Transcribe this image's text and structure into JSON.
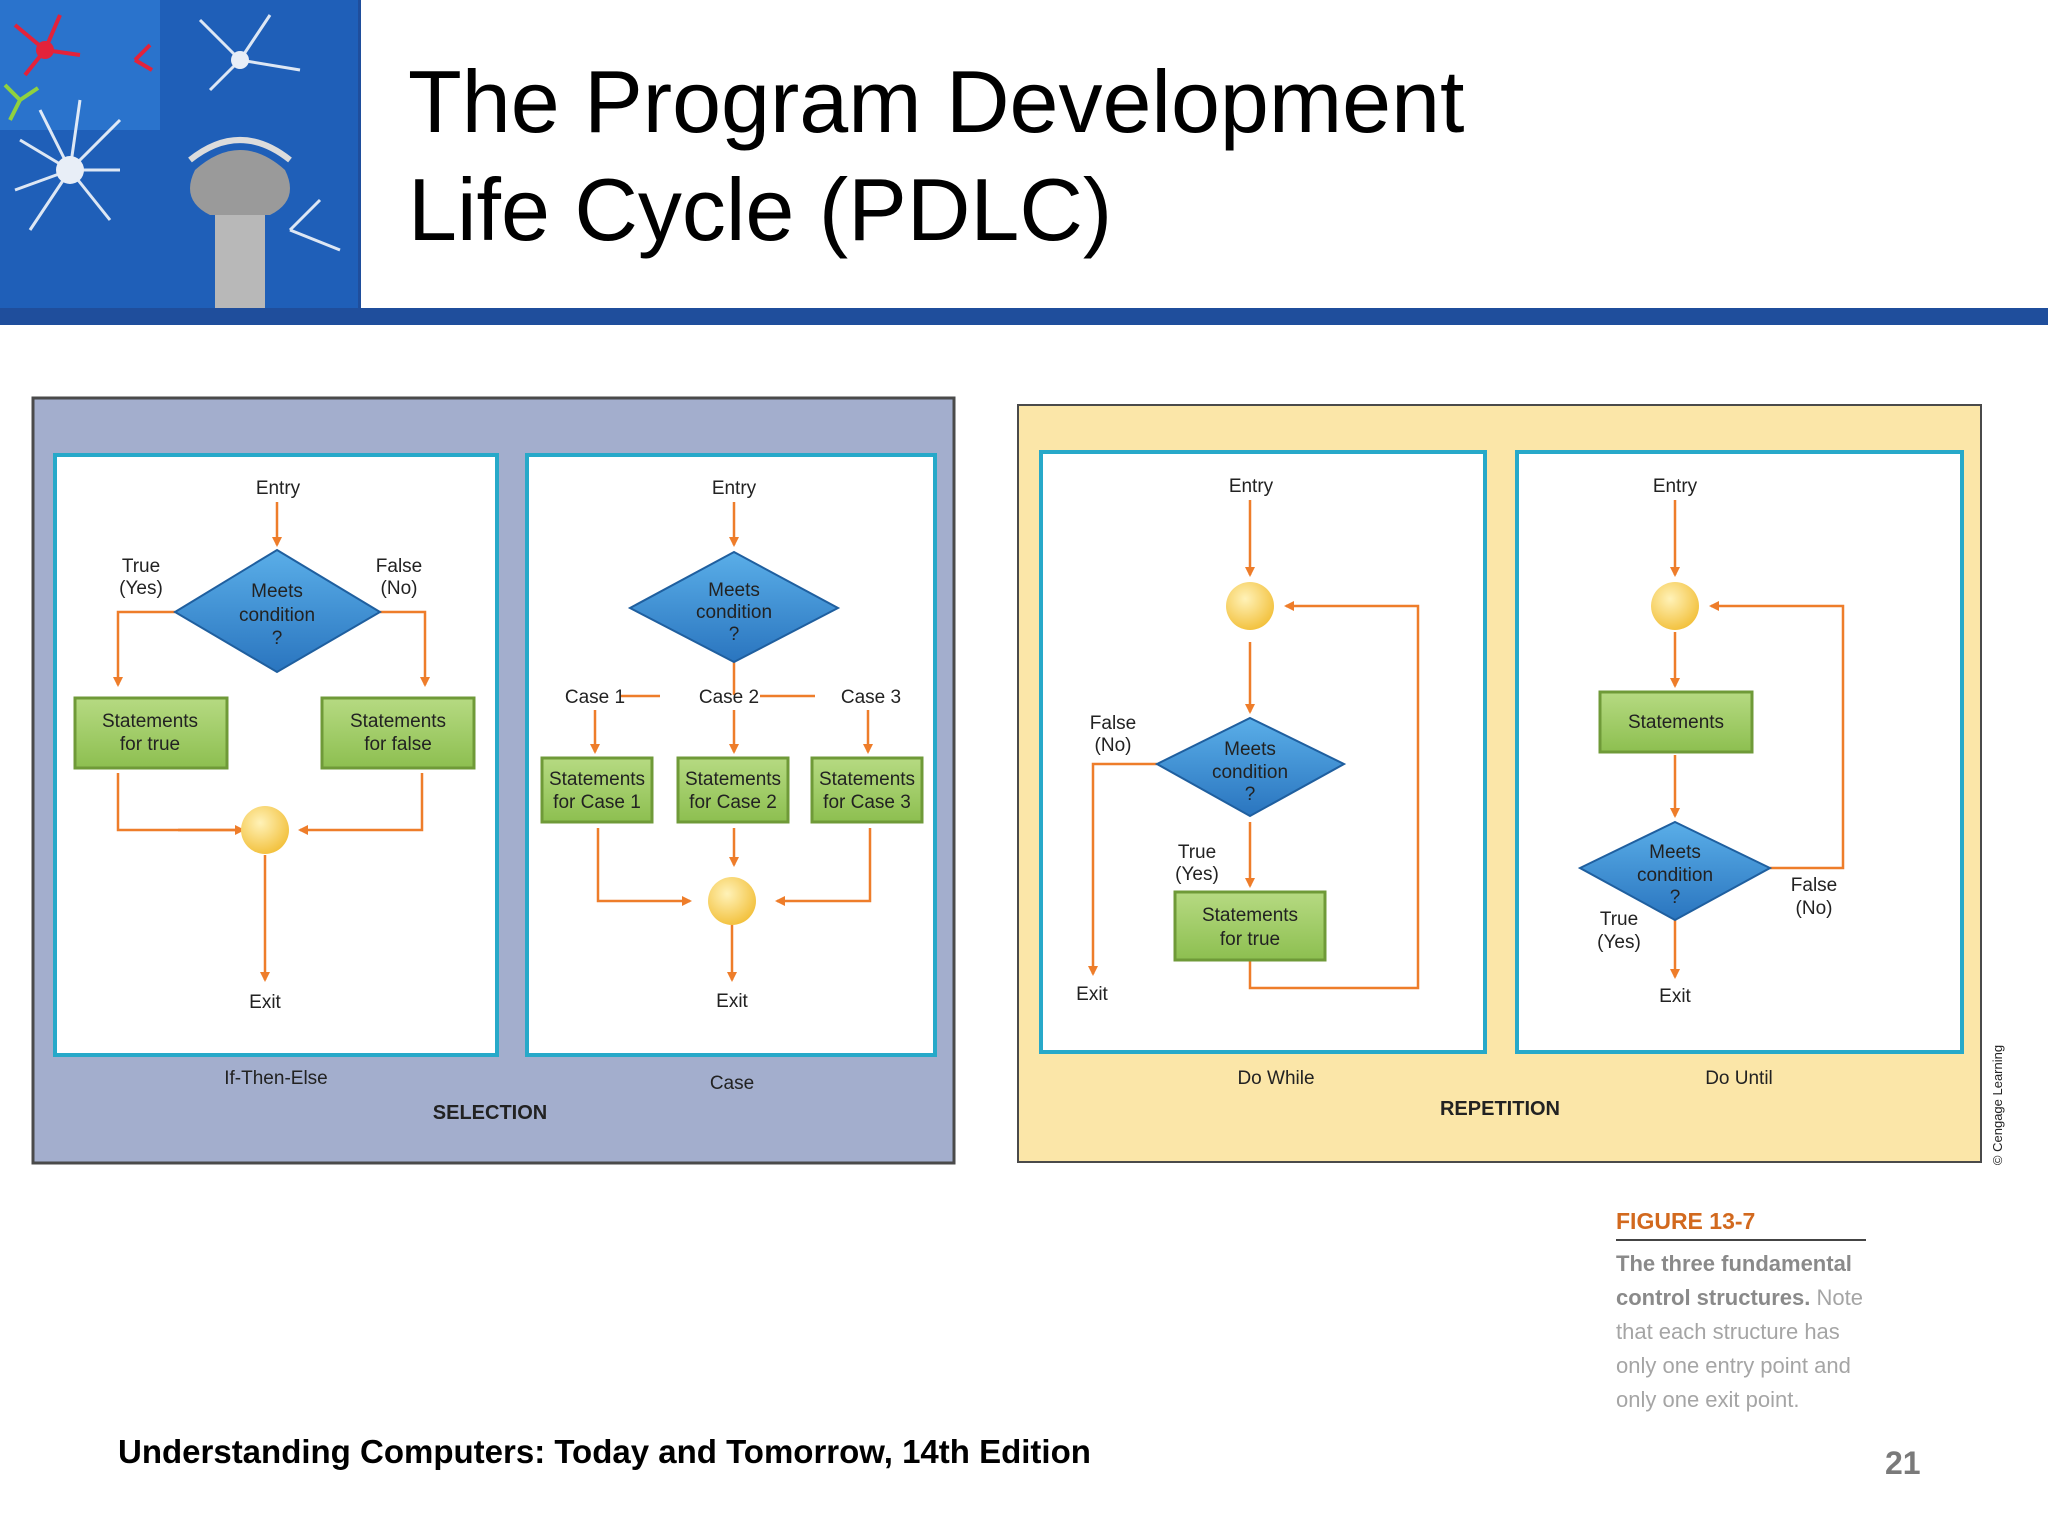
{
  "title": {
    "line1": "The Program Development",
    "line2": "Life Cycle (PDLC)"
  },
  "footer": "Understanding Computers: Today and Tomorrow, 14th Edition",
  "page_number": "21",
  "figure": {
    "selection": {
      "group_label": "SELECTION",
      "if_then_else": {
        "name": "If-Then-Else",
        "entry": "Entry",
        "exit": "Exit",
        "true_line1": "True",
        "true_line2": "(Yes)",
        "false_line1": "False",
        "false_line2": "(No)",
        "decision": [
          "Meets",
          "condition",
          "?"
        ],
        "stmt_true": [
          "Statements",
          "for true"
        ],
        "stmt_false": [
          "Statements",
          "for false"
        ]
      },
      "case": {
        "name": "Case",
        "entry": "Entry",
        "exit": "Exit",
        "decision": [
          "Meets",
          "condition",
          "?"
        ],
        "case1": "Case 1",
        "case2": "Case 2",
        "case3": "Case 3",
        "stmt1": [
          "Statements",
          "for Case 1"
        ],
        "stmt2": [
          "Statements",
          "for Case 2"
        ],
        "stmt3": [
          "Statements",
          "for Case 3"
        ]
      }
    },
    "repetition": {
      "group_label": "REPETITION",
      "do_while": {
        "name": "Do While",
        "entry": "Entry",
        "exit": "Exit",
        "false_line1": "False",
        "false_line2": "(No)",
        "true_line1": "True",
        "true_line2": "(Yes)",
        "decision": [
          "Meets",
          "condition",
          "?"
        ],
        "stmt": [
          "Statements",
          "for true"
        ]
      },
      "do_until": {
        "name": "Do Until",
        "entry": "Entry",
        "exit": "Exit",
        "true_line1": "True",
        "true_line2": "(Yes)",
        "false_line1": "False",
        "false_line2": "(No)",
        "decision": [
          "Meets",
          "condition",
          "?"
        ],
        "stmt": "Statements"
      }
    },
    "copyright": "© Cengage Learning"
  },
  "caption": {
    "label": "FIGURE 13-7",
    "bold": "The three fundamental control structures.",
    "text": " Note that each structure has only one entry point and only one exit point."
  },
  "colors": {
    "header_bar": "#1f4e9c",
    "selection_bg": "#a3aecd",
    "repetition_bg": "#fbe6a8",
    "panel_border": "#27a9c9",
    "arrow": "#ee7d2a",
    "decision": "#3b8fd4",
    "statement": "#9ccb5f",
    "connector": "#f6c945",
    "caption_label": "#d2691e"
  }
}
